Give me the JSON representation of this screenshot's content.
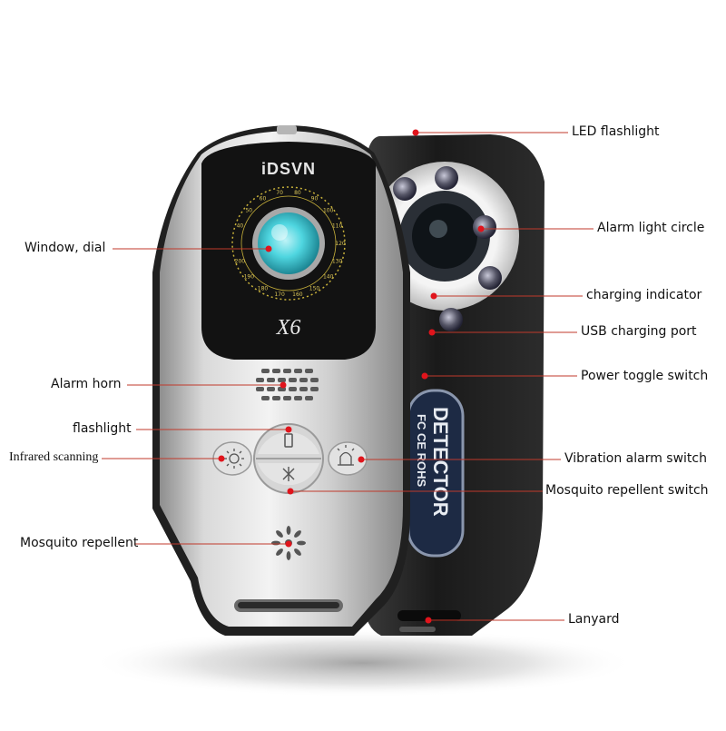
{
  "colors": {
    "leader_line": "#c0392b",
    "marker_dot": "#e0141c",
    "front_body": "#c8c8c8",
    "back_body": "#1c1c1c",
    "lens_cyan": "#4fd6e0",
    "dial_tick": "#c9b23a"
  },
  "device": {
    "brand": "iDSVN",
    "model": "X6",
    "back_label": "DETECTOR",
    "cert_marks": "FC CE ROHS",
    "dial_numbers": [
      "40",
      "50",
      "60",
      "70",
      "80",
      "90",
      "100",
      "110",
      "120",
      "130",
      "140",
      "150",
      "160",
      "170",
      "180",
      "190",
      "200"
    ]
  },
  "labels": {
    "led_flashlight": "LED flashlight",
    "alarm_light_circle": "Alarm light circle",
    "charging_indicator": "charging indicator",
    "usb_charging_port": "USB charging port",
    "power_toggle_switch": "Power toggle switch",
    "vibration_alarm_switch": "Vibration alarm switch",
    "mosquito_repellent_switch": "Mosquito repellent switch",
    "lanyard": "Lanyard",
    "window_dial": "Window, dial",
    "alarm_horn": "Alarm horn",
    "flashlight": "flashlight",
    "infrared_scanning": "Infrared scanning",
    "mosquito_repellent": "Mosquito repellent"
  },
  "icons": [
    "sun-icon",
    "lamp-icon",
    "alarm-beacon-icon",
    "mosquito-icon",
    "flower-vent-icon"
  ]
}
